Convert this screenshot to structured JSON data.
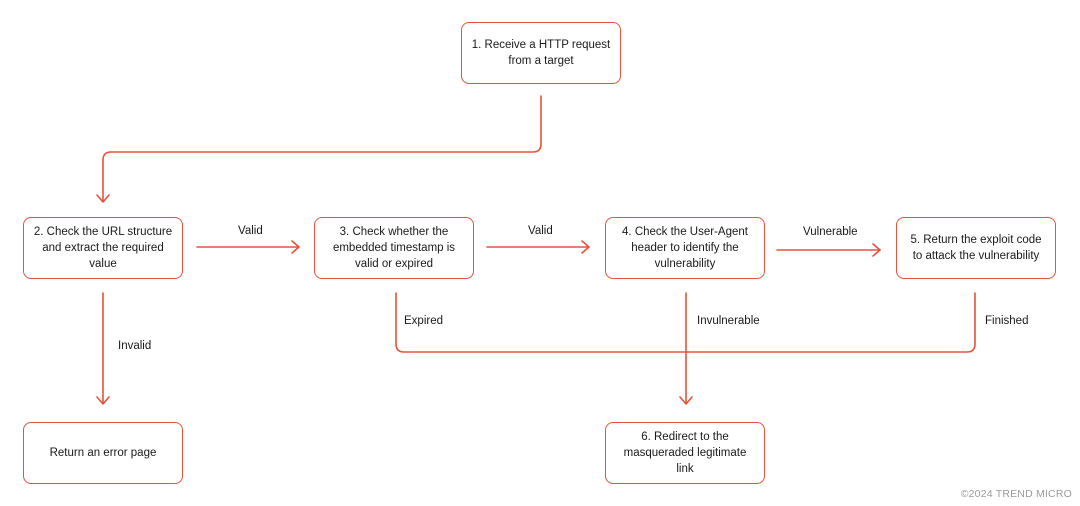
{
  "nodes": {
    "receive": "1. Receive a HTTP request from a target",
    "check_url": "2. Check the URL structure and extract the required value",
    "check_timestamp": "3. Check whether the embedded timestamp is valid or expired",
    "check_user_agent": "4. Check the User-Agent header to identify the vulnerability",
    "return_exploit": "5. Return the exploit code to attack the vulnerability",
    "error_page": "Return an error page",
    "redirect": "6. Redirect to the masqueraded legitimate link"
  },
  "edges": {
    "valid_1": "Valid",
    "valid_2": "Valid",
    "vulnerable": "Vulnerable",
    "invalid": "Invalid",
    "expired": "Expired",
    "invulnerable": "Invulnerable",
    "finished": "Finished"
  },
  "colors": {
    "accent": "#e8523a"
  },
  "footer": {
    "copyright": "©2024 TREND MICRO"
  }
}
